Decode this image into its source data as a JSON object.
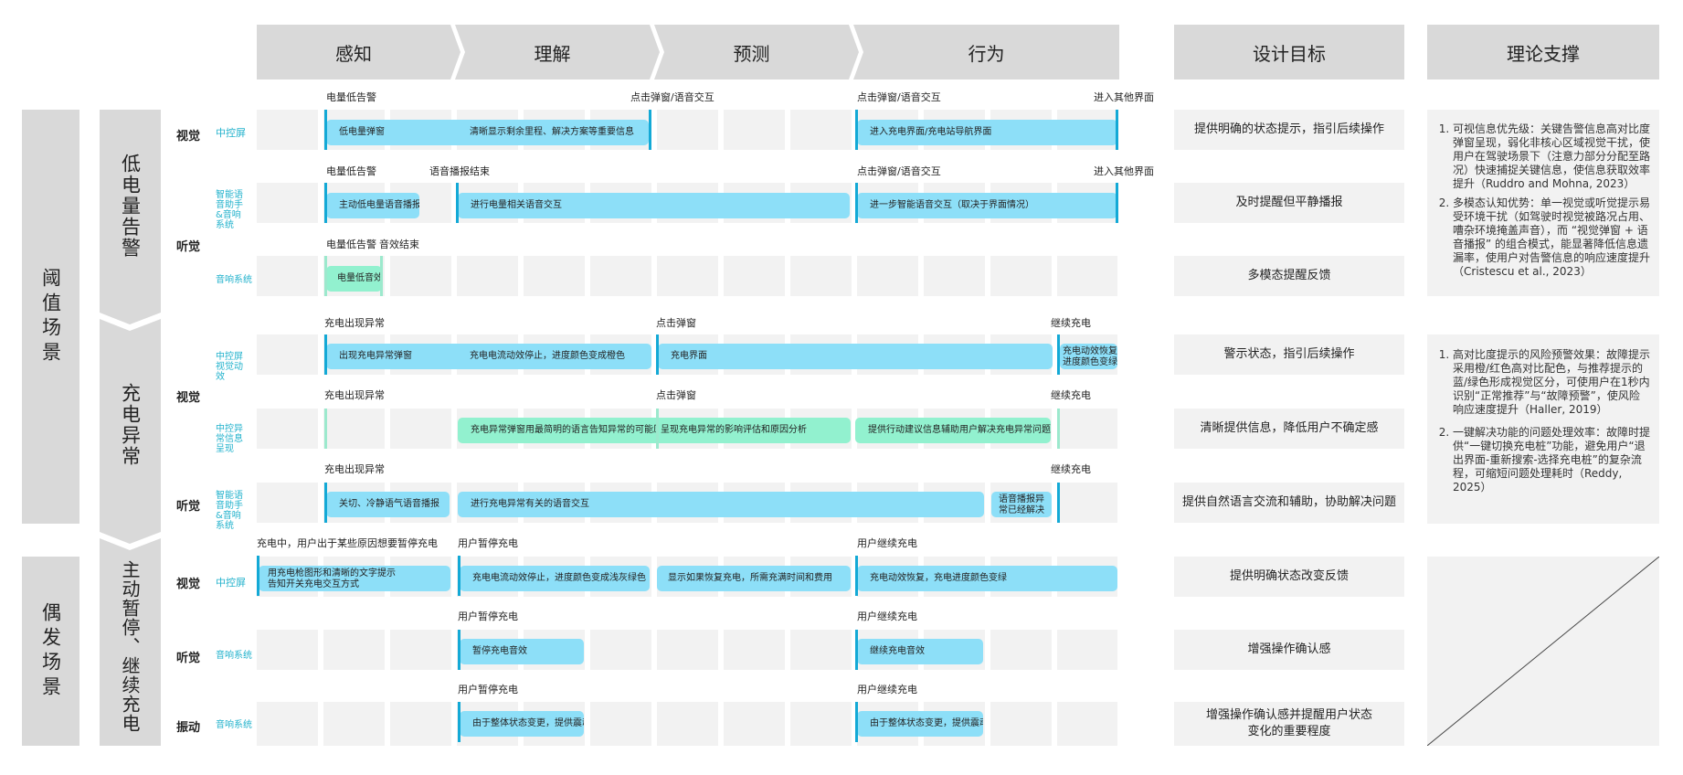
{
  "header": {
    "stages": [
      "感知",
      "理解",
      "预测",
      "行为"
    ],
    "goal_title": "设计目标",
    "theory_title": "理论支撑"
  },
  "scenarios": {
    "threshold": "阈值场景",
    "occasional": "偶发场景"
  },
  "categories": {
    "low_battery": "低电量告警",
    "charging_abnormal": "充电异常",
    "pause_resume": "主动暂停、继续充电"
  },
  "modalities": {
    "visual": "视觉",
    "audio": "听觉",
    "vibration": "振动"
  },
  "channels": {
    "central_screen": "中控屏",
    "smart_voice": "智能语音助手&音响系统",
    "sound_system": "音响系统",
    "central_anim": "中控屏视觉动效",
    "central_info": "中控异常信息呈现"
  },
  "rows": {
    "r1": {
      "events": [
        "电量低告警",
        "点击弹窗/语音交互",
        "点击弹窗/语音交互",
        "进入其他界面"
      ],
      "bars": [
        "低电量弹窗",
        "清晰显示剩余里程、解决方案等重要信息",
        "进入充电界面/充电站导航界面"
      ],
      "goal": "提供明确的状态提示，指引后续操作"
    },
    "r2": {
      "events": [
        "电量低告警",
        "语音播报结束",
        "点击弹窗/语音交互",
        "进入其他界面"
      ],
      "bars": [
        "主动低电量语音播报",
        "进行电量相关语音交互",
        "进一步智能语音交互（取决于界面情况）"
      ],
      "goal": "及时提醒但平静播报"
    },
    "r3": {
      "events": [
        "电量低告警",
        "音效结束"
      ],
      "bars": [
        "电量低音效"
      ],
      "goal": "多模态提醒反馈"
    },
    "r4": {
      "events": [
        "充电出现异常",
        "点击弹窗",
        "继续充电"
      ],
      "bars": [
        "出现充电异常弹窗",
        "充电电流动效停止，进度颜色变成橙色",
        "充电界面",
        "充电动效恢复进度颜色变绿"
      ],
      "goal": "警示状态，指引后续操作"
    },
    "r5": {
      "events": [
        "充电出现异常",
        "点击弹窗",
        "继续充电"
      ],
      "bars": [
        "充电异常弹窗用最简明的语言告知异常的可能原因",
        "呈现充电异常的影响评估和原因分析",
        "提供行动建议信息辅助用户解决充电异常问题"
      ],
      "goal": "清晰提供信息，降低用户不确定感"
    },
    "r6": {
      "events": [
        "充电出现异常",
        "继续充电"
      ],
      "bars": [
        "关切、冷静语气语音播报",
        "进行充电异常有关的语音交互",
        "语音播报异常已经解决"
      ],
      "goal": "提供自然语言交流和辅助，协助解决问题"
    },
    "r7": {
      "events": [
        "充电中，用户出于某些原因想要暂停充电",
        "用户暂停充电",
        "用户继续充电"
      ],
      "bars": [
        "用充电枪图形和清晰的文字提示告知开关充电交互方式",
        "充电电流动效停止，进度颜色变成浅灰绿色",
        "显示如果恢复充电，所需充满时间和费用",
        "充电动效恢复，充电进度颜色变绿"
      ],
      "goal": "提供明确状态改变反馈"
    },
    "r8": {
      "events": [
        "用户暂停充电",
        "用户继续充电"
      ],
      "bars": [
        "暂停充电音效",
        "继续充电音效"
      ],
      "goal": "增强操作确认感"
    },
    "r9": {
      "events": [
        "用户暂停充电",
        "用户继续充电"
      ],
      "bars": [
        "由于整体状态变更，提供震动反馈",
        "由于整体状态变更，提供震动反馈"
      ],
      "goal": "增强操作确认感并提醒用户状态变化的重要程度"
    }
  },
  "theory": {
    "low_battery": [
      "可视信息优先级：关键告警信息高对比度弹窗呈现，弱化非核心区域视觉干扰，使用户在驾驶场景下（注意力部分分配至路况）快速捕捉关键信息，使信息获取效率提升（Ruddro and Mohna, 2023）",
      "多模态认知优势：单一视觉或听觉提示易受环境干扰（如驾驶时视觉被路况占用、嘈杂环境掩盖声音），而 “视觉弹窗 + 语音播报” 的组合模式，能显著降低信息遗漏率，使用户对告警信息的响应速度提升（Cristescu et al., 2023）"
    ],
    "charging_abnormal": [
      "高对比度提示的风险预警效果：故障提示采用橙/红色高对比配色，与推荐提示的蓝/绿色形成视觉区分，可使用户在1秒内识别“正常推荐”与“故障预警”，使风险响应速度提升（Haller, 2019）",
      "一键解决功能的问题处理效率：故障时提供“一键切换充电桩”功能，避免用户“退出界面-重新搜索-选择充电桩”的复杂流程，可缩短问题处理耗时（Reddy, 2025）"
    ]
  },
  "colors": {
    "bar_blue": "#8ddff8",
    "bar_green": "#92f1cf",
    "marker_blue": "#13a9d6",
    "channel_text": "#22b2cc",
    "header_gray": "#d9d9d9",
    "cell_gray": "#f2f2f2"
  }
}
